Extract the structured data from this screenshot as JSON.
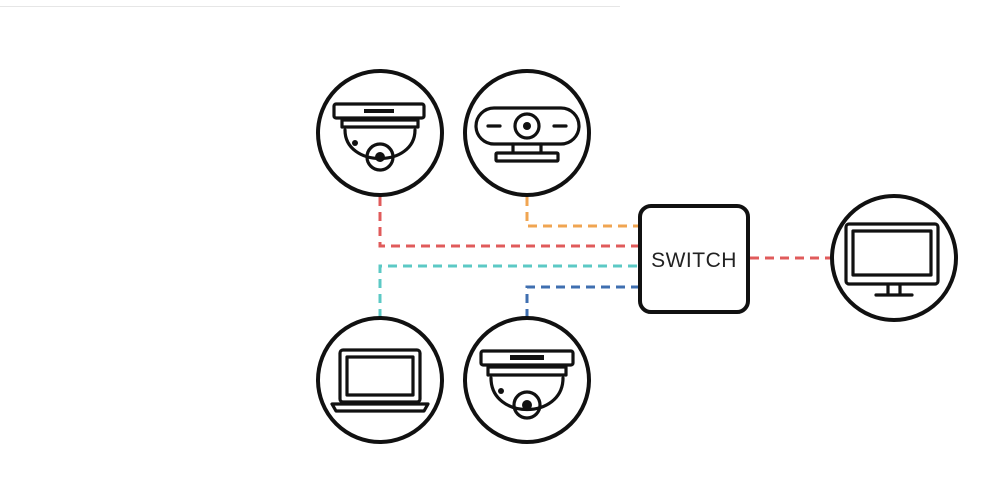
{
  "switch": {
    "label": "SWITCH"
  },
  "colors": {
    "red": "#e05b5b",
    "orange": "#f0a552",
    "teal": "#5cc9c5",
    "blue": "#3f6fb0",
    "outline": "#111111"
  },
  "nodes": [
    {
      "id": "dome-camera-top",
      "icon": "dome-camera-icon"
    },
    {
      "id": "webcam",
      "icon": "webcam-icon"
    },
    {
      "id": "laptop",
      "icon": "laptop-icon"
    },
    {
      "id": "dome-camera-bottom",
      "icon": "dome-camera-icon"
    },
    {
      "id": "monitor",
      "icon": "monitor-icon"
    }
  ]
}
